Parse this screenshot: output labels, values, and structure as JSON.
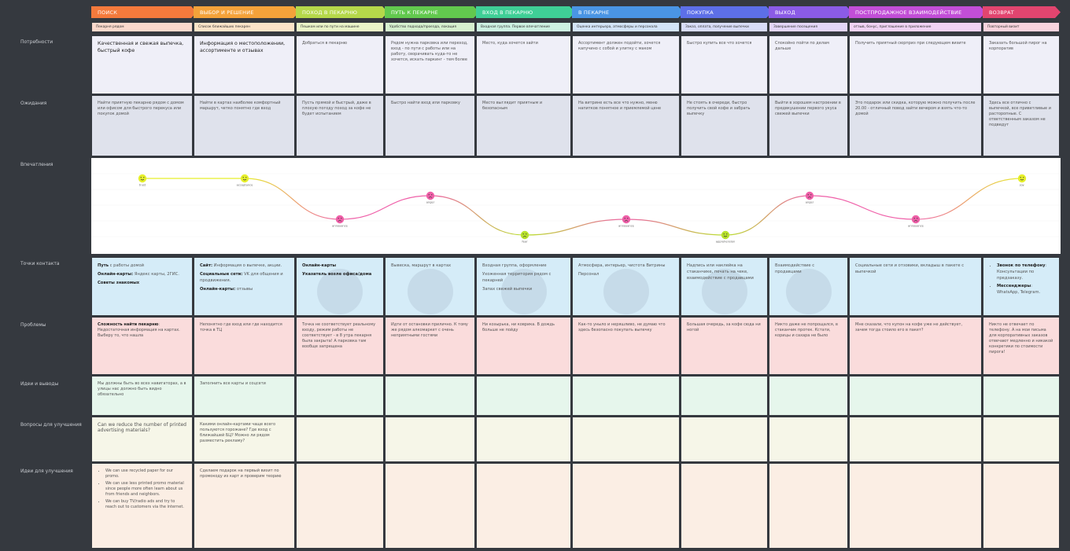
{
  "stages": [
    {
      "name": "ПОИСК",
      "color": "#f47a3c",
      "sub": "Пекарня рядом",
      "subColor": "#fbd9cc"
    },
    {
      "name": "ВЫБОР И РЕШЕНИЕ",
      "color": "#f4a23a",
      "sub": "Список ближайших пекарен",
      "subColor": "#fce4c8"
    },
    {
      "name": "ПОХОД В ПЕКАРНЮ",
      "color": "#b5d84a",
      "sub": "Пешком или по пути на машине",
      "subColor": "#eaf4c8"
    },
    {
      "name": "ПУТЬ К ПЕКАРНЕ",
      "color": "#62c94e",
      "sub": "Удобство подхода/проезда, локация",
      "subColor": "#d6f0cf"
    },
    {
      "name": "ВХОД В ПЕКАРНЮ",
      "color": "#3fcf96",
      "sub": "Входная группа. Первое впечатление",
      "subColor": "#cdf1e2"
    },
    {
      "name": "В ПЕКАРНЕ",
      "color": "#4a95e4",
      "sub": "Оценка интерьера, атмосферы и персонала",
      "subColor": "#d3e4f8"
    },
    {
      "name": "ПОКУПКА",
      "color": "#5d6fe8",
      "sub": "Заказ, оплата, получение выпечки",
      "subColor": "#d8dcf8"
    },
    {
      "name": "ВЫХОД",
      "color": "#8b5be6",
      "sub": "Завершение посещения",
      "subColor": "#e3d6f8"
    },
    {
      "name": "ПОСТПРОДАЖНОЕ ВЗАИМОДЕЙСТВИЕ",
      "color": "#c24ed7",
      "sub": "отзыв, бонус, приглашение в приложение",
      "subColor": "#f1d3f4"
    },
    {
      "name": "ВОЗВРАТ",
      "color": "#e2456f",
      "sub": "Повторный визит",
      "subColor": "#f8d3dd"
    }
  ],
  "rows": {
    "needs": {
      "label": "Потребности"
    },
    "expectations": {
      "label": "Ожидания"
    },
    "impressions": {
      "label": "Впечатления"
    },
    "touchpoints": {
      "label": "Точки контакта"
    },
    "problems": {
      "label": "Проблемы"
    },
    "ideas": {
      "label": "Идеи и выводы"
    },
    "questions": {
      "label": "Вопросы для улучшения"
    },
    "improvements": {
      "label": "Идеи для улучшения"
    }
  },
  "needs": [
    "Качественная и свежая выпечка, быстрый кофе",
    "Информация о местоположении, ассортименте и отзывах",
    "Добраться в пекарню",
    "Рядом нужна парковка или переход, вход - по пути с работы или на работу, сворачивать куда-то не хочется, искать паркинг - тем более",
    "Место, куда хочется зайти",
    "Ассортимент должен подойти, хочется капучино с собой и улитку с маком",
    "Быстро купить все что хочется",
    "Спокойно пойти по делам дальше",
    "Получить приятный сюрприз при следующем визите",
    "Заказать большой пирог на корпоратив"
  ],
  "expectations": [
    "Найти приятную пекарню рядом с домом или офисом для быстрого перекуса или покупок домой",
    "Найти в картах наиболее комфортный маршрут, четко понятно где вход",
    "Пусть прямой и быстрый, даже в плохую погоду поход за кофе не будет испытанием",
    "Быстро найти вход или парковку",
    "Место выглядит приятным и безопасным",
    "На витрине есть все что нужно, меню напитков понятное и приемлемой цене",
    "Не стоять в очереди, быстро получить свой кофе и забрать выпечку",
    "Выйти в хорошем настроении в предвкушении первого укуса свежей выпечки",
    "Это подарок или скидка, которую можно получить после 20.00 - отличный повод зайти вечером и взять что-то домой",
    "Здесь все отлично с выпечкой, все приветливые и расторопные. С ответственным заказом не подведут"
  ],
  "touchpoints": [
    {
      "lines": [
        {
          "b": "Путь",
          "t": " с работы домой"
        },
        {
          "b": "Онлайн-карты:",
          "t": " Яндекс карты, 2ГИС."
        },
        {
          "b": "Советы знакомых",
          "t": ""
        }
      ]
    },
    {
      "lines": [
        {
          "b": "Сайт:",
          "t": " Информация о выпечке, акции."
        },
        {
          "b": "Социальные сети:",
          "t": " VK для общения и продвижения."
        },
        {
          "b": "Онлайн-карты:",
          "t": " отзывы"
        }
      ]
    },
    {
      "lines": [
        {
          "b": "Онлайн-карты",
          "t": ""
        },
        {
          "b": "Указатель возле офиса/дома",
          "t": ""
        }
      ]
    },
    {
      "lines": [
        {
          "b": "",
          "t": "Вывеска, маршрут в картах"
        }
      ]
    },
    {
      "lines": [
        {
          "b": "",
          "t": "Входная группа, оформление"
        },
        {
          "b": "",
          "t": "Ухоженная территория рядом с пекарней"
        },
        {
          "b": "",
          "t": "Запах свежей выпечки"
        }
      ]
    },
    {
      "lines": [
        {
          "b": "",
          "t": "Атмосфера, интерьер, чистота Витрины"
        },
        {
          "b": "",
          "t": "Персонал"
        }
      ]
    },
    {
      "lines": [
        {
          "b": "",
          "t": "Надпись или наклейка на стаканчике, печать на чеке, взаимодействие с продавцами"
        }
      ]
    },
    {
      "lines": [
        {
          "b": "",
          "t": "Взаимодействие с продавцами"
        }
      ]
    },
    {
      "lines": [
        {
          "b": "",
          "t": "Социальные сети и отзовики, вкладыш в пакете с выпечкой"
        }
      ]
    },
    {
      "list": [
        {
          "b": "Звонок по телефону",
          "t": ": Консультации по предзаказу."
        },
        {
          "b": "Мессенджеры",
          "t": ": WhatsApp, Telegram."
        }
      ]
    }
  ],
  "problems": [
    {
      "b": "Сложность найти пекарню",
      "t": ": Недостаточная информация на картах. Выберу то, что нашла"
    },
    {
      "b": "",
      "t": "Непонятно где вход или где находится точка в ТЦ"
    },
    {
      "b": "",
      "t": "Точка не соответствует реальному входу, режим работы не соответствует - в 8 утра пекарня была закрыта! А парковка там вообще запрещена"
    },
    {
      "b": "",
      "t": "Идти от остановки прилично. К тому же рядом алкомаркет с очень неприятными гостями"
    },
    {
      "b": "",
      "t": "Ни козырька, ни коврика. В дождь больше не пойду"
    },
    {
      "b": "",
      "t": "Как-то уныло и неряшливо, не думаю что здесь безопасно покупать выпечку"
    },
    {
      "b": "",
      "t": "Большая очередь, за кофе сюда ни ногой"
    },
    {
      "b": "",
      "t": "Никто даже не попрощался, в стаканчик протек. Кстати, корицы и сахара не было"
    },
    {
      "b": "",
      "t": "Мне сказали, что купон на кофе уже не действует, зачем тогда стоило его в пакет?"
    },
    {
      "b": "",
      "t": "Никто не отвечает по телефону. А на мои письма для корпоративных заказов отвечают медленно и никакой конкретики по стоимости пирога!"
    }
  ],
  "ideas": [
    "Мы должны быть во всех навигаторах, а в улицы нас должно быть видно обязательно",
    "Заполнить все карты и соцсети",
    "",
    "",
    "",
    "",
    "",
    "",
    "",
    ""
  ],
  "questions": [
    "Can we reduce the number of printed advertising materials?",
    "Какими онлайн-картами чаще всего пользуются горожане? Где вход с ближайшей БЦ? Можно ли рядом разместить рекламу?",
    "",
    "",
    "",
    "",
    "",
    "",
    "",
    ""
  ],
  "improvements": [
    {
      "list": [
        "We can use recycled paper for our promo.",
        "We can use less printed promo material since people more often learn about us from friends and neighbors.",
        "We can buy TV/radio ads and try to reach out to customers via the internet."
      ]
    },
    {
      "text": "Сделаем подарок на первый визит по промокоду из карт и проверим теорию"
    },
    {
      "text": ""
    },
    {
      "text": ""
    },
    {
      "text": ""
    },
    {
      "text": ""
    },
    {
      "text": ""
    },
    {
      "text": ""
    },
    {
      "text": ""
    },
    {
      "text": ""
    }
  ],
  "emotions": [
    {
      "label": "trust",
      "level": 0.9,
      "mood": "happy",
      "color": "#e6ef2b"
    },
    {
      "label": "acceptance",
      "level": 0.9,
      "mood": "happy",
      "color": "#e6ef2b"
    },
    {
      "label": "annoyance",
      "level": 0.38,
      "mood": "sad",
      "color": "#ef5fa8"
    },
    {
      "label": "anger",
      "level": 0.68,
      "mood": "angry",
      "color": "#ef5fa8"
    },
    {
      "label": "fear",
      "level": 0.18,
      "mood": "sad",
      "color": "#b8e22c"
    },
    {
      "label": "annoyance",
      "level": 0.38,
      "mood": "sad",
      "color": "#ef5fa8"
    },
    {
      "label": "apprehension",
      "level": 0.18,
      "mood": "happy",
      "color": "#b8e22c"
    },
    {
      "label": "anger",
      "level": 0.68,
      "mood": "angry",
      "color": "#ef5fa8"
    },
    {
      "label": "annoyance",
      "level": 0.38,
      "mood": "sad",
      "color": "#ef5fa8"
    },
    {
      "label": "joy",
      "level": 0.9,
      "mood": "happy",
      "color": "#e6ef2b"
    }
  ]
}
